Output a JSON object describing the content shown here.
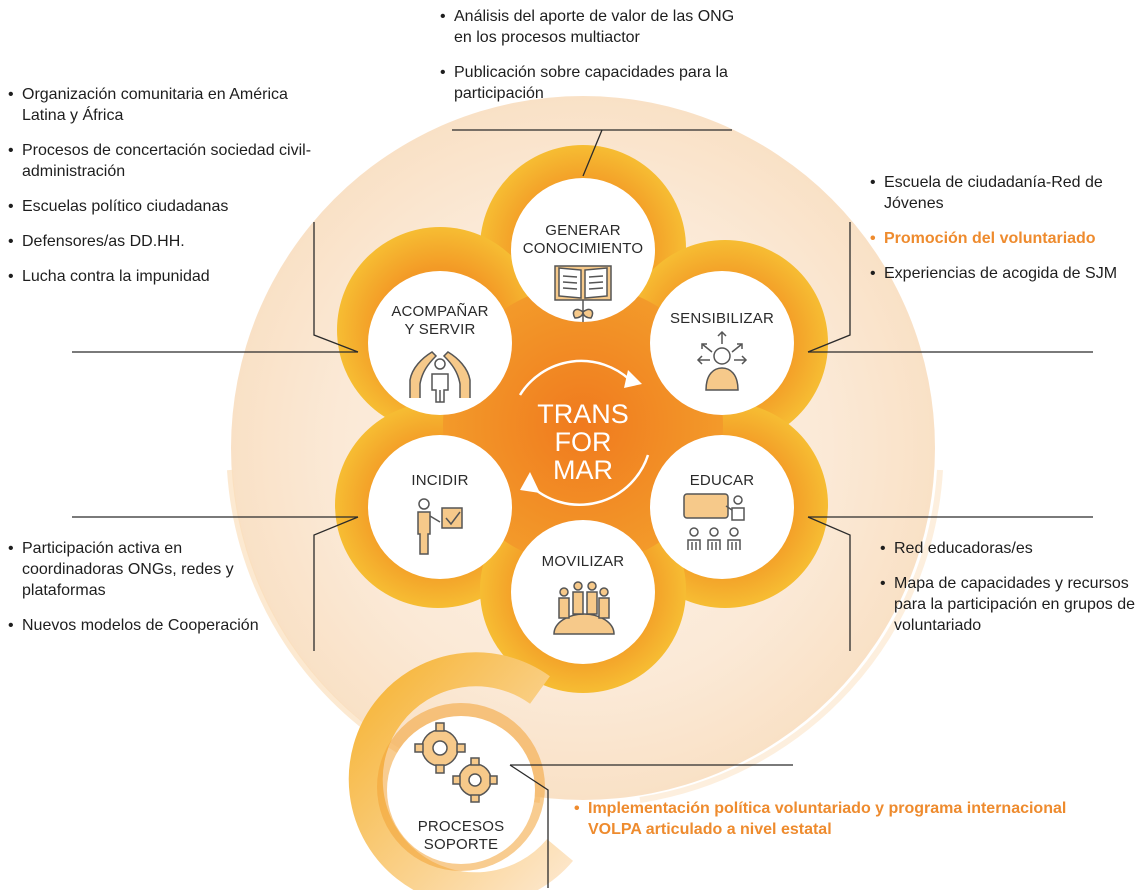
{
  "center": {
    "line1": "TRANS",
    "line2": "FOR",
    "line3": "MAR"
  },
  "nodes": {
    "generar": {
      "line1": "GENERAR",
      "line2": "CONOCIMIENTO",
      "icon": "book-plant-icon"
    },
    "acompanar": {
      "line1": "ACOMPAÑAR",
      "line2": "Y SERVIR",
      "icon": "protecting-hands-icon"
    },
    "sensibilizar": {
      "line1": "SENSIBILIZAR",
      "icon": "person-arrows-icon"
    },
    "incidir": {
      "line1": "INCIDIR",
      "icon": "person-board-icon"
    },
    "educar": {
      "line1": "EDUCAR",
      "icon": "teacher-class-icon"
    },
    "movilizar": {
      "line1": "MOVILIZAR",
      "icon": "crowd-globe-icon"
    },
    "procesos": {
      "line1": "PROCESOS",
      "line2": "SOPORTE",
      "icon": "gears-icon"
    }
  },
  "texts": {
    "top": [
      "Análisis del aporte de valor de las ONG en los procesos multiactor",
      "Publicación sobre capacidades para la participación"
    ],
    "left_top": [
      "Organización comunitaria en América Latina y África",
      "Procesos de concertación sociedad civil-administración",
      "Escuelas político ciudadanas",
      "Defensores/as DD.HH.",
      "Lucha contra la impunidad"
    ],
    "right_top": [
      "Escuela de ciudadanía-Red de Jóvenes",
      "Promoción del voluntariado",
      "Experiencias de acogida de SJM"
    ],
    "left_bottom": [
      "Participación activa en coordinadoras ONGs, redes y plataformas",
      "Nuevos modelos de Cooperación"
    ],
    "right_bottom": [
      "Red educadoras/es",
      "Mapa de capacidades y recursos para la participación en grupos de voluntariado"
    ],
    "bottom": [
      "Implementación política voluntariado y programa internacional VOLPA articulado a nivel estatal"
    ]
  },
  "highlights": [
    "Promoción del voluntariado",
    "Implementación política voluntariado y programa internacional VOLPA articulado a nivel estatal"
  ],
  "colors": {
    "accent": "#ee8b2e",
    "ring_outer": "#f5b82e",
    "ring_inner": "#f08a24",
    "halo": "#fbe6cf",
    "icon_stroke": "#555555",
    "icon_fill": "#f6c98a",
    "text": "#1e1e1e"
  }
}
